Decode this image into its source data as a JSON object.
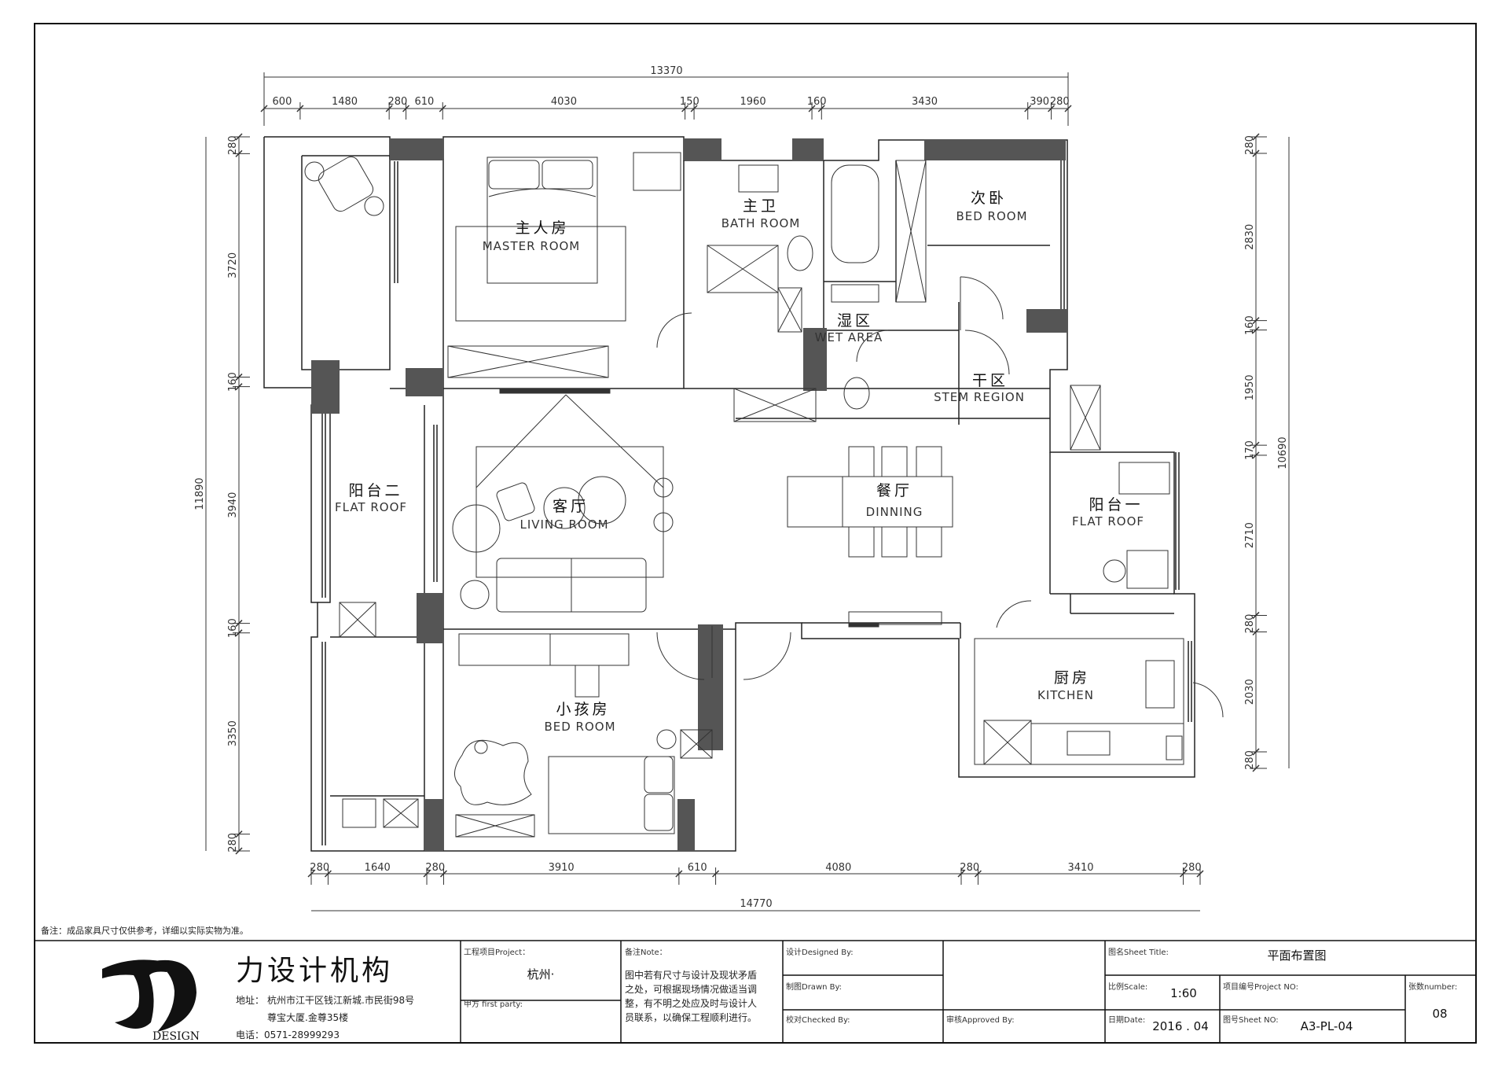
{
  "dimensions": {
    "top_total": "13370",
    "top": [
      "600",
      "1480",
      "280",
      "610",
      "4030",
      "150",
      "1960",
      "160",
      "3430",
      "390",
      "280"
    ],
    "bottom_total": "14770",
    "bottom": [
      "280",
      "1640",
      "280",
      "3910",
      "610",
      "4080",
      "280",
      "3410",
      "280"
    ],
    "left_total": "11890",
    "left": [
      "280",
      "3720",
      "160",
      "3940",
      "160",
      "3350",
      "280"
    ],
    "right_total": "10690",
    "right": [
      "280",
      "2830",
      "160",
      "1950",
      "170",
      "2710",
      "280",
      "2030",
      "280"
    ]
  },
  "rooms": {
    "master": {
      "cn": "主人房",
      "en": "MASTER   ROOM"
    },
    "master_bath": {
      "cn": "主卫",
      "en": "BATH ROOM"
    },
    "second_bed": {
      "cn": "次卧",
      "en": "BED    ROOM"
    },
    "wet": {
      "cn": "湿区",
      "en": "WET AREA"
    },
    "dry": {
      "cn": "干区",
      "en": "STEM REGION"
    },
    "balcony2": {
      "cn": "阳台二",
      "en": "FLAT ROOF"
    },
    "living": {
      "cn": "客厅",
      "en": "LIVING    ROOM"
    },
    "dining": {
      "cn": "餐厅",
      "en": "DINNING"
    },
    "balcony1": {
      "cn": "阳台一",
      "en": "FLAT ROOF"
    },
    "kids": {
      "cn": "小孩房",
      "en": "BED    ROOM"
    },
    "kitchen": {
      "cn": "厨房",
      "en": "KITCHEN"
    }
  },
  "note": "备注：成品家具尺寸仅供参考，详细以实际实物为准。",
  "titleblock": {
    "company": "力设计机构",
    "logo_text": "DESIGN",
    "address_label": "地址：",
    "address_line1": "杭州市江干区钱江新城.市民街98号",
    "address_line2": "尊宝大厦.金尊35楼",
    "phone": "电话：0571-28999293",
    "project_label": "工程项目Project：",
    "project_value": "杭州·",
    "party_label": "甲方 first party:",
    "notes_label": "备注Note：",
    "notes_line1": "图中若有尺寸与设计及现状矛盾",
    "notes_line2": "之处，可根据现场情况做适当调",
    "notes_line3": "整，有不明之处应及时与设计人",
    "notes_line4": "员联系，以确保工程顺利进行。",
    "designed_label": "设计Designed By:",
    "drawn_label": "制图Drawn By:",
    "checked_label": "校对Checked By:",
    "approved_label": "审核Approved By:",
    "sheet_title_label": "图名Sheet Title:",
    "sheet_title_value": "平面布置图",
    "scale_label": "比例Scale:",
    "scale_value": "1:60",
    "project_no_label": "项目编号Project NO:",
    "date_label": "日期Date:",
    "date_value": "2016 . 04",
    "sheet_no_label": "图号Sheet NO:",
    "sheet_no_value": "A3-PL-04",
    "number_label": "张数number:",
    "number_value": "08"
  }
}
